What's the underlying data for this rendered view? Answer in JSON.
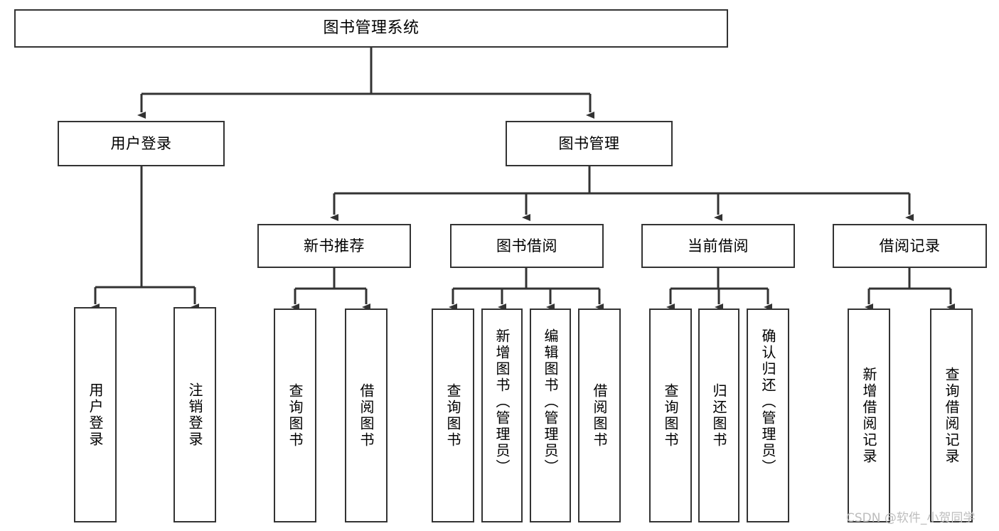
{
  "diagram": {
    "title": "图书管理系统",
    "type": "tree-hierarchy-diagram",
    "watermark": "CSDN @软件_小贺同学",
    "colors": {
      "box_border": "#333333",
      "box_fill": "#ffffff",
      "connector": "#333333",
      "text": "#000000",
      "watermark": "#bdbdbd"
    },
    "nodes": {
      "root": {
        "label": "图书管理系统"
      },
      "level2": [
        {
          "label": "用户登录"
        },
        {
          "label": "图书管理"
        }
      ],
      "level3": [
        {
          "label": "新书推荐"
        },
        {
          "label": "图书借阅"
        },
        {
          "label": "当前借阅"
        },
        {
          "label": "借阅记录"
        }
      ],
      "leaves_user_login": [
        {
          "label": "用户登录"
        },
        {
          "label": "注销登录"
        }
      ],
      "leaves_new_book": [
        {
          "label": "查询图书"
        },
        {
          "label": "借阅图书"
        }
      ],
      "leaves_borrow": [
        {
          "label": "查询图书"
        },
        {
          "label": "新增图书（管理员）"
        },
        {
          "label": "编辑图书（管理员）"
        },
        {
          "label": "借阅图书"
        }
      ],
      "leaves_current": [
        {
          "label": "查询图书"
        },
        {
          "label": "归还图书"
        },
        {
          "label": "确认归还（管理员）"
        }
      ],
      "leaves_records": [
        {
          "label": "新增借阅记录"
        },
        {
          "label": "查询借阅记录"
        }
      ]
    }
  }
}
